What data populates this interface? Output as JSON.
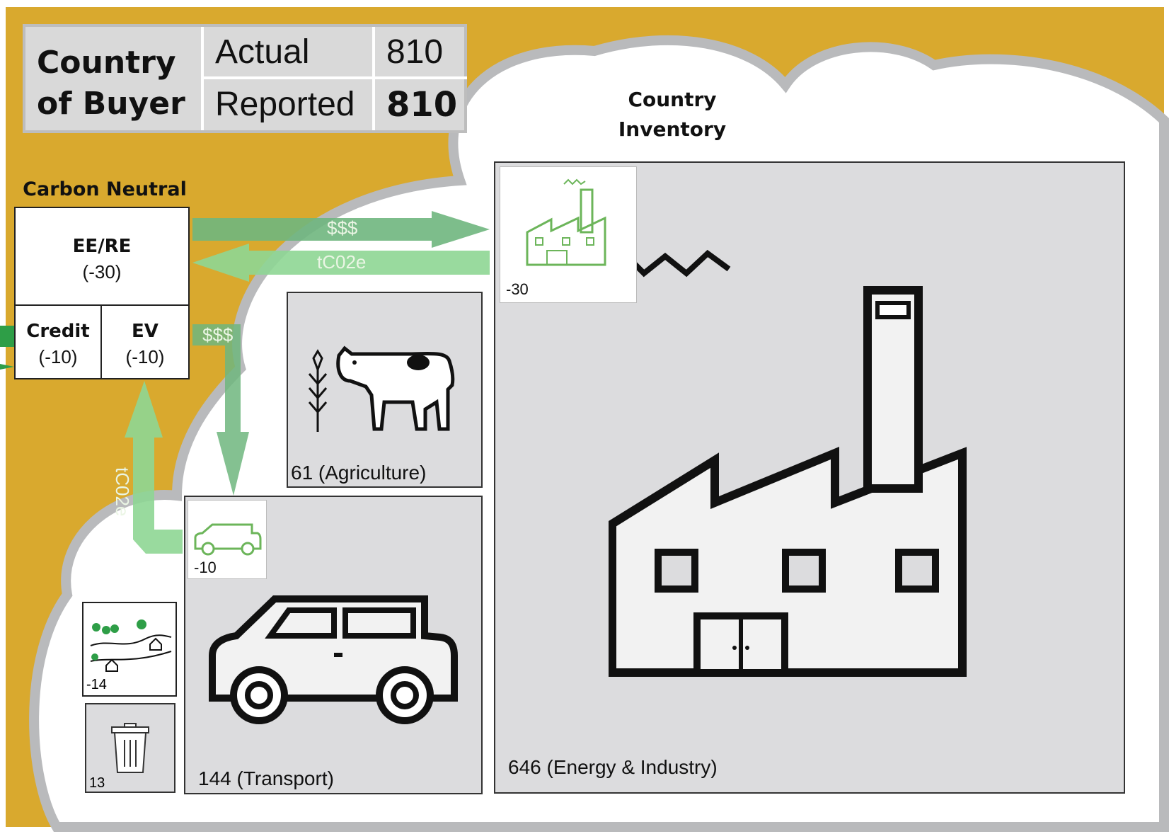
{
  "header": {
    "title": "Country of Buyer",
    "rows": [
      {
        "label": "Actual",
        "value": "810"
      },
      {
        "label": "Reported",
        "value": "810"
      }
    ]
  },
  "inventory_title": "Country Inventory",
  "carbon_neutral": {
    "title": "Carbon Neutral",
    "top": {
      "label": "EE/RE",
      "value": "(-30)"
    },
    "left": {
      "label": "Credit",
      "value": "(-10)"
    },
    "right": {
      "label": "EV",
      "value": "(-10)"
    }
  },
  "flows": {
    "money_1": "$$$",
    "co2_1": "tC02e",
    "money_2": "$$$",
    "co2_2": "tC02e"
  },
  "sectors": {
    "energy": {
      "label": "646 (Energy & Industry)",
      "offset": "-30",
      "icon": "factory-icon"
    },
    "agriculture": {
      "label": "61 (Agriculture)",
      "icon": "cow-icon"
    },
    "transport": {
      "label": "144 (Transport)",
      "offset": "-10",
      "icon": "car-icon"
    },
    "land": {
      "value": "-14",
      "icon": "landscape-icon"
    },
    "waste": {
      "value": "13",
      "icon": "trash-icon"
    }
  },
  "colors": {
    "frame": "#d9a92e",
    "cloud_border": "#b9babc",
    "panel": "#dcdcde",
    "arrow_dark": "#6fb67e",
    "arrow_light": "#8ed694",
    "icon_green": "#6cb55a"
  }
}
